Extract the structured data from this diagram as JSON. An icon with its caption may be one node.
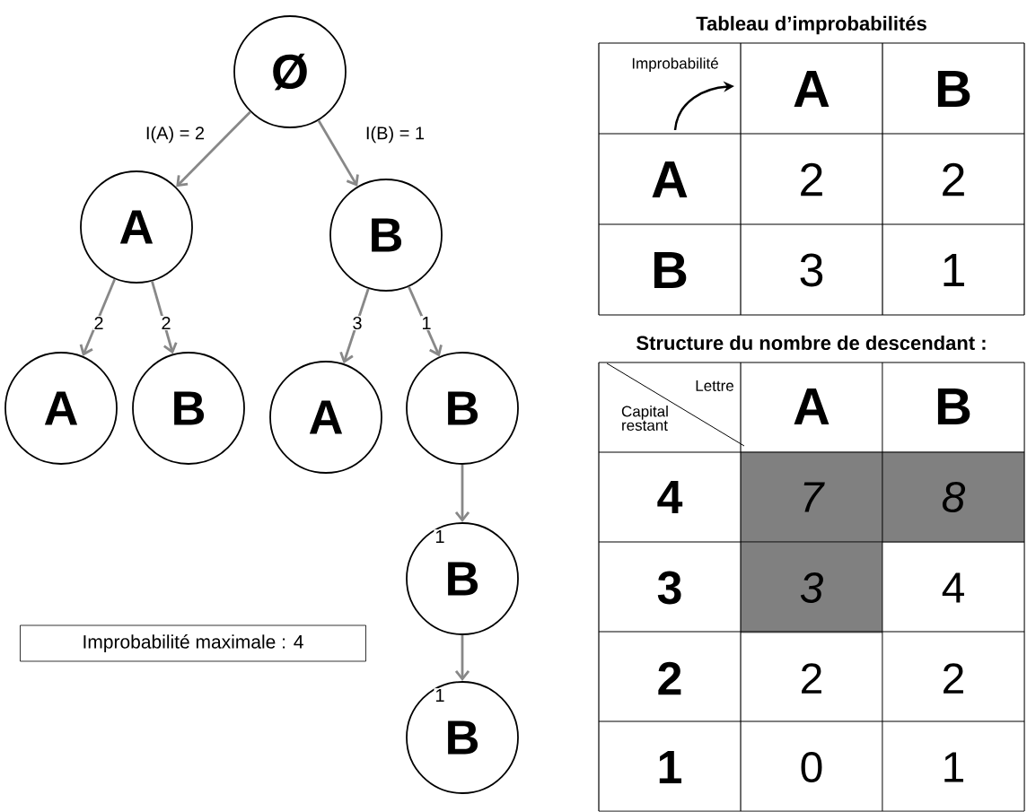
{
  "diagram": {
    "nodes": [
      {
        "text": [
          "Ø"
        ]
      },
      {
        "text": [
          "A"
        ]
      },
      {
        "text": [
          "B"
        ]
      },
      {
        "text": [
          "A"
        ]
      },
      {
        "text": [
          "B"
        ]
      },
      {
        "text": [
          "A"
        ]
      },
      {
        "text": [
          "B"
        ]
      },
      {
        "text": [
          "B"
        ]
      },
      {
        "text": [
          "B"
        ]
      },
      {
        "text": [
          "Improbabilité maximale : 4"
        ]
      }
    ],
    "edges": [
      {
        "from": 0,
        "to": 1,
        "arrow": "to",
        "label": "I(A) = 2"
      },
      {
        "from": 0,
        "to": 2,
        "arrow": "to",
        "label": "I(B) = 1"
      },
      {
        "from": 1,
        "to": 3,
        "arrow": "to",
        "label": "2"
      },
      {
        "from": 1,
        "to": 4,
        "arrow": "to",
        "label": "2"
      },
      {
        "from": 2,
        "to": 5,
        "arrow": "to",
        "label": "3"
      },
      {
        "from": 2,
        "to": 6,
        "arrow": "to",
        "label": "1"
      },
      {
        "from": 6,
        "to": 7,
        "arrow": "to",
        "label": "1"
      },
      {
        "from": 7,
        "to": 8,
        "arrow": "to",
        "label": "1"
      }
    ],
    "labels": [
      "Tableau d’improbabilités",
      "Improbabilité",
      "A",
      "B",
      "A",
      "2",
      "2",
      "B",
      "3",
      "1",
      "Structure du nombre de descendant :",
      "Lettre",
      "Capital restant",
      "A",
      "B",
      "4",
      "7",
      "8",
      "3",
      "3",
      "4",
      "2",
      "2",
      "2",
      "1",
      "0",
      "1"
    ]
  }
}
